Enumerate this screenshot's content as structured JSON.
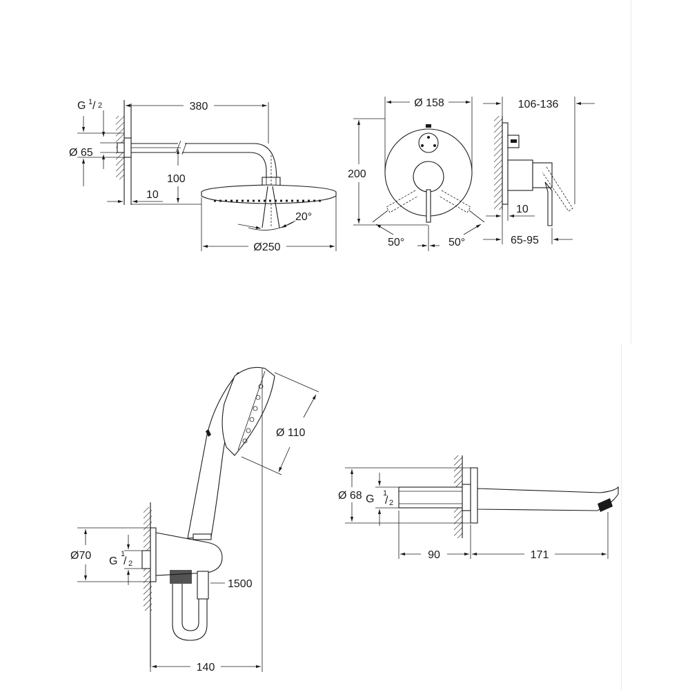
{
  "overhead_shower": {
    "thread": {
      "g": "G",
      "num": "1",
      "den": "2"
    },
    "arm_length": "380",
    "flange_diameter": "Ø 65",
    "wall_gap": "10",
    "drop": "100",
    "tilt_angle": "20°",
    "head_diameter": "Ø250"
  },
  "mixer_front": {
    "plate_diameter": "Ø 158",
    "height": "200",
    "lever_angle_left": "50°",
    "lever_angle_right": "50°"
  },
  "mixer_side": {
    "projection": "106-136",
    "wall_gap": "10",
    "depth_range": "65-95"
  },
  "hand_shower": {
    "head_diameter": "Ø 110",
    "outlet_diameter": "Ø70",
    "thread": {
      "g": "G",
      "num": "1",
      "den": "2"
    },
    "hose_length": "1500",
    "holder_projection": "140"
  },
  "spout": {
    "flange_diameter": "Ø 68",
    "thread": {
      "g": "G",
      "num": "1",
      "den": "2"
    },
    "inner_length": "90",
    "spout_length": "171"
  }
}
